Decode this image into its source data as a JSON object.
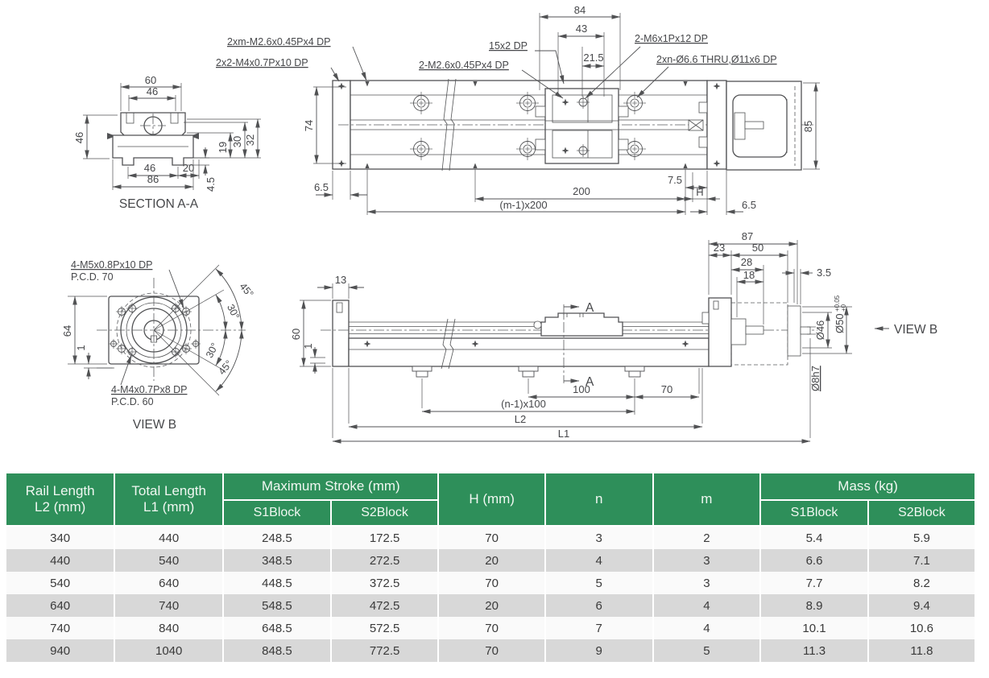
{
  "drawing": {
    "section_aa": {
      "label": "SECTION A-A",
      "dim_60": "60",
      "dim_46_top": "46",
      "dim_46_left": "46",
      "dim_46_bottom": "46",
      "dim_20": "20",
      "dim_86": "86",
      "dim_4_5": "4.5",
      "dim_19": "19",
      "dim_30": "30",
      "dim_32": "32"
    },
    "plan": {
      "note_2xm": "2xm-M2.6x0.45Px4 DP",
      "note_2x2": "2x2-M4x0.7Px10 DP",
      "note_15x2": "15x2 DP",
      "note_2m26": "2-M2.6x0.45Px4 DP",
      "note_2m6": "2-M6x1Px12 DP",
      "note_2xn": "2xn-Ø6.6 THRU,Ø11x6 DP",
      "dim_84": "84",
      "dim_43": "43",
      "dim_21_5": "21.5",
      "dim_74": "74",
      "dim_85": "85",
      "dim_6_5_left": "6.5",
      "dim_200": "200",
      "dim_m1x200": "(m-1)x200",
      "dim_7_5": "7.5",
      "dim_h": "H",
      "dim_6_5_right": "6.5"
    },
    "flange": {
      "note_m5": "4-M5x0.8Px10 DP",
      "note_pcd70": "P.C.D. 70",
      "note_m4": "4-M4x0.7Px8 DP",
      "note_pcd60": "P.C.D. 60",
      "dim_64": "64",
      "dim_1": "1",
      "ang_45_top": "45°",
      "ang_30_top": "30°",
      "ang_30_bot": "30°",
      "ang_45_bot": "45°",
      "label": "VIEW B"
    },
    "side": {
      "dim_13": "13",
      "dim_60": "60",
      "dim_1": "1",
      "sec_a_top": "A",
      "sec_a_bot": "A",
      "dim_100": "100",
      "dim_70": "70",
      "dim_n1x100": "(n-1)x100",
      "dim_l2": "L2",
      "dim_l1": "L1",
      "dim_87": "87",
      "dim_23": "23",
      "dim_50": "50",
      "dim_28": "28",
      "dim_18": "18",
      "dim_3_5": "3.5",
      "dia_46": "Ø46",
      "dia_50": "Ø50",
      "dia_50_tol_top": "+0.05",
      "dia_50_tol_bot": "+0",
      "dia_8h7": "Ø8h7",
      "view_b": "VIEW B"
    }
  },
  "table": {
    "headers": {
      "rail": "Rail Length\nL2 (mm)",
      "total": "Total Length\nL1 (mm)",
      "stroke": "Maximum  Stroke (mm)",
      "s1": "S1Block",
      "s2": "S2Block",
      "h": "H (mm)",
      "n": "n",
      "m": "m",
      "mass": "Mass (kg)",
      "mass_s1": "S1Block",
      "mass_s2": "S2Block"
    },
    "rows": [
      [
        "340",
        "440",
        "248.5",
        "172.5",
        "70",
        "3",
        "2",
        "5.4",
        "5.9"
      ],
      [
        "440",
        "540",
        "348.5",
        "272.5",
        "20",
        "4",
        "3",
        "6.6",
        "7.1"
      ],
      [
        "540",
        "640",
        "448.5",
        "372.5",
        "70",
        "5",
        "3",
        "7.7",
        "8.2"
      ],
      [
        "640",
        "740",
        "548.5",
        "472.5",
        "20",
        "6",
        "4",
        "8.9",
        "9.4"
      ],
      [
        "740",
        "840",
        "648.5",
        "572.5",
        "70",
        "7",
        "4",
        "10.1",
        "10.6"
      ],
      [
        "940",
        "1040",
        "848.5",
        "772.5",
        "70",
        "9",
        "5",
        "11.3",
        "11.8"
      ]
    ]
  },
  "colors": {
    "header_green": "#2e8f5a",
    "row_alt": "#d8d8d8",
    "row_light": "#fafafa",
    "line": "#515254",
    "text": "#46474a"
  }
}
